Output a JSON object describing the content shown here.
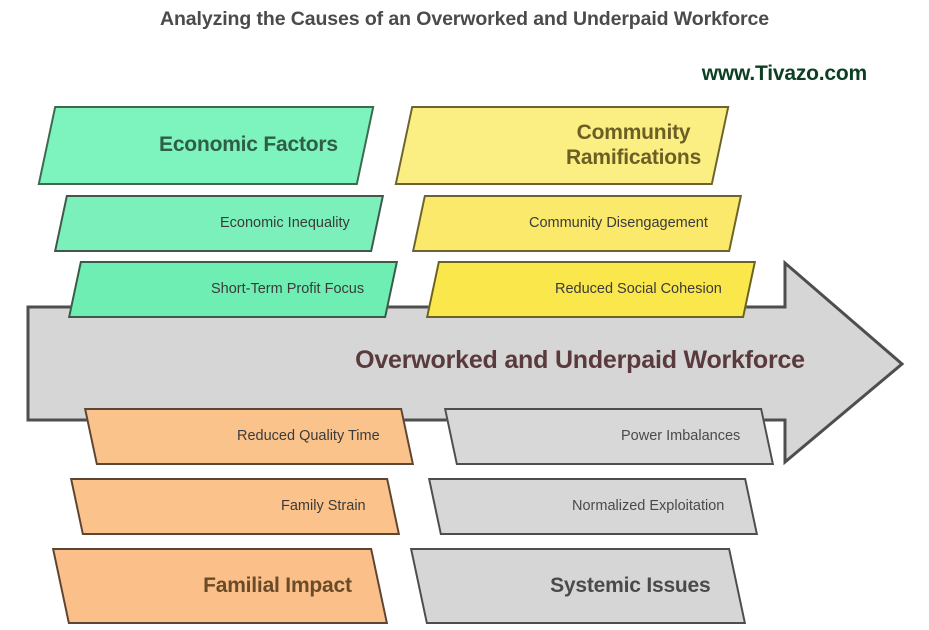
{
  "header": {
    "title": "Analyzing the Causes of an Overworked and Underpaid Workforce",
    "site_url": "www.Tivazo.com"
  },
  "center": {
    "arrow_label": "Overworked and Underpaid Workforce",
    "arrow_fill": "#d6d6d6",
    "arrow_stroke": "#4e4e4e",
    "arrow_text_color": "#5b3a3d"
  },
  "quadrants": {
    "top_left": {
      "heading": "Economic Factors",
      "accent": "#7df3bd",
      "items": [
        {
          "label": "Economic Inequality"
        },
        {
          "label": "Short-Term Profit Focus"
        }
      ]
    },
    "top_right": {
      "heading_line1": "Community",
      "heading_line2": "Ramifications",
      "accent": "#fbee83",
      "items": [
        {
          "label": "Community Disengagement"
        },
        {
          "label": "Reduced Social Cohesion"
        }
      ]
    },
    "bottom_left": {
      "heading": "Familial Impact",
      "accent": "#fbc38c",
      "items": [
        {
          "label": "Reduced Quality Time"
        },
        {
          "label": "Family Strain"
        }
      ]
    },
    "bottom_right": {
      "heading": "Systemic Issues",
      "accent": "#d8d8d8",
      "items": [
        {
          "label": "Power Imbalances"
        },
        {
          "label": "Normalized Exploitation"
        }
      ]
    }
  }
}
